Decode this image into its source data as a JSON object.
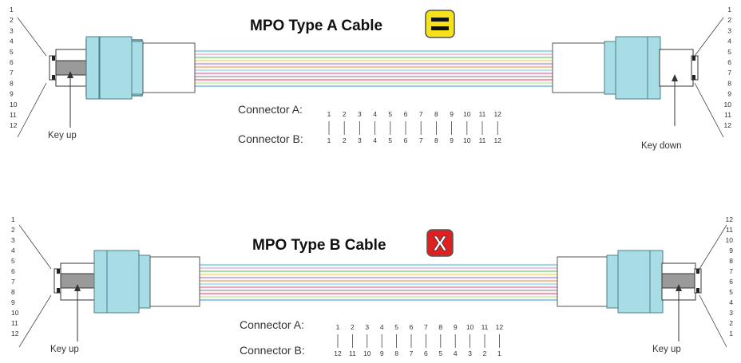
{
  "diagrams": [
    {
      "title": "MPO Type A Cable",
      "badge": "equal-sign-icon",
      "badge_color": "#f5e21b",
      "left_pins": [
        "1",
        "2",
        "3",
        "4",
        "5",
        "6",
        "7",
        "8",
        "9",
        "10",
        "11",
        "12"
      ],
      "right_pins": [
        "1",
        "2",
        "3",
        "4",
        "5",
        "6",
        "7",
        "8",
        "9",
        "10",
        "11",
        "12"
      ],
      "left_key_label": "Key up",
      "right_key_label": "Key down",
      "connector_a_label": "Connector A:",
      "connector_b_label": "Connector B:",
      "connector_a": [
        "1",
        "2",
        "3",
        "4",
        "5",
        "6",
        "7",
        "8",
        "9",
        "10",
        "11",
        "12"
      ],
      "connector_b": [
        "1",
        "2",
        "3",
        "4",
        "5",
        "6",
        "7",
        "8",
        "9",
        "10",
        "11",
        "12"
      ]
    },
    {
      "title": "MPO Type B Cable",
      "badge": "x-icon",
      "badge_color": "#e02020",
      "left_pins": [
        "1",
        "2",
        "3",
        "4",
        "5",
        "6",
        "7",
        "8",
        "9",
        "10",
        "11",
        "12"
      ],
      "right_pins": [
        "12",
        "11",
        "10",
        "9",
        "8",
        "7",
        "6",
        "5",
        "4",
        "3",
        "2",
        "1"
      ],
      "left_key_label": "Key up",
      "right_key_label": "Key up",
      "connector_a_label": "Connector A:",
      "connector_b_label": "Connector B:",
      "connector_a": [
        "1",
        "2",
        "3",
        "4",
        "5",
        "6",
        "7",
        "8",
        "9",
        "10",
        "11",
        "12"
      ],
      "connector_b": [
        "12",
        "11",
        "10",
        "9",
        "8",
        "7",
        "6",
        "5",
        "4",
        "3",
        "2",
        "1"
      ]
    }
  ],
  "colors": {
    "connector_body": "#a8dde6",
    "connector_outline": "#4a7f88",
    "fiber_colors": [
      "#9fd8e8",
      "#e9c8e0",
      "#a9dca8",
      "#f4e6a0",
      "#c9b5e2",
      "#f2c39a",
      "#b7e3f0",
      "#e6a6c6",
      "#c0c0c0",
      "#f19ab5",
      "#d7efb8",
      "#9ec7ee"
    ]
  }
}
